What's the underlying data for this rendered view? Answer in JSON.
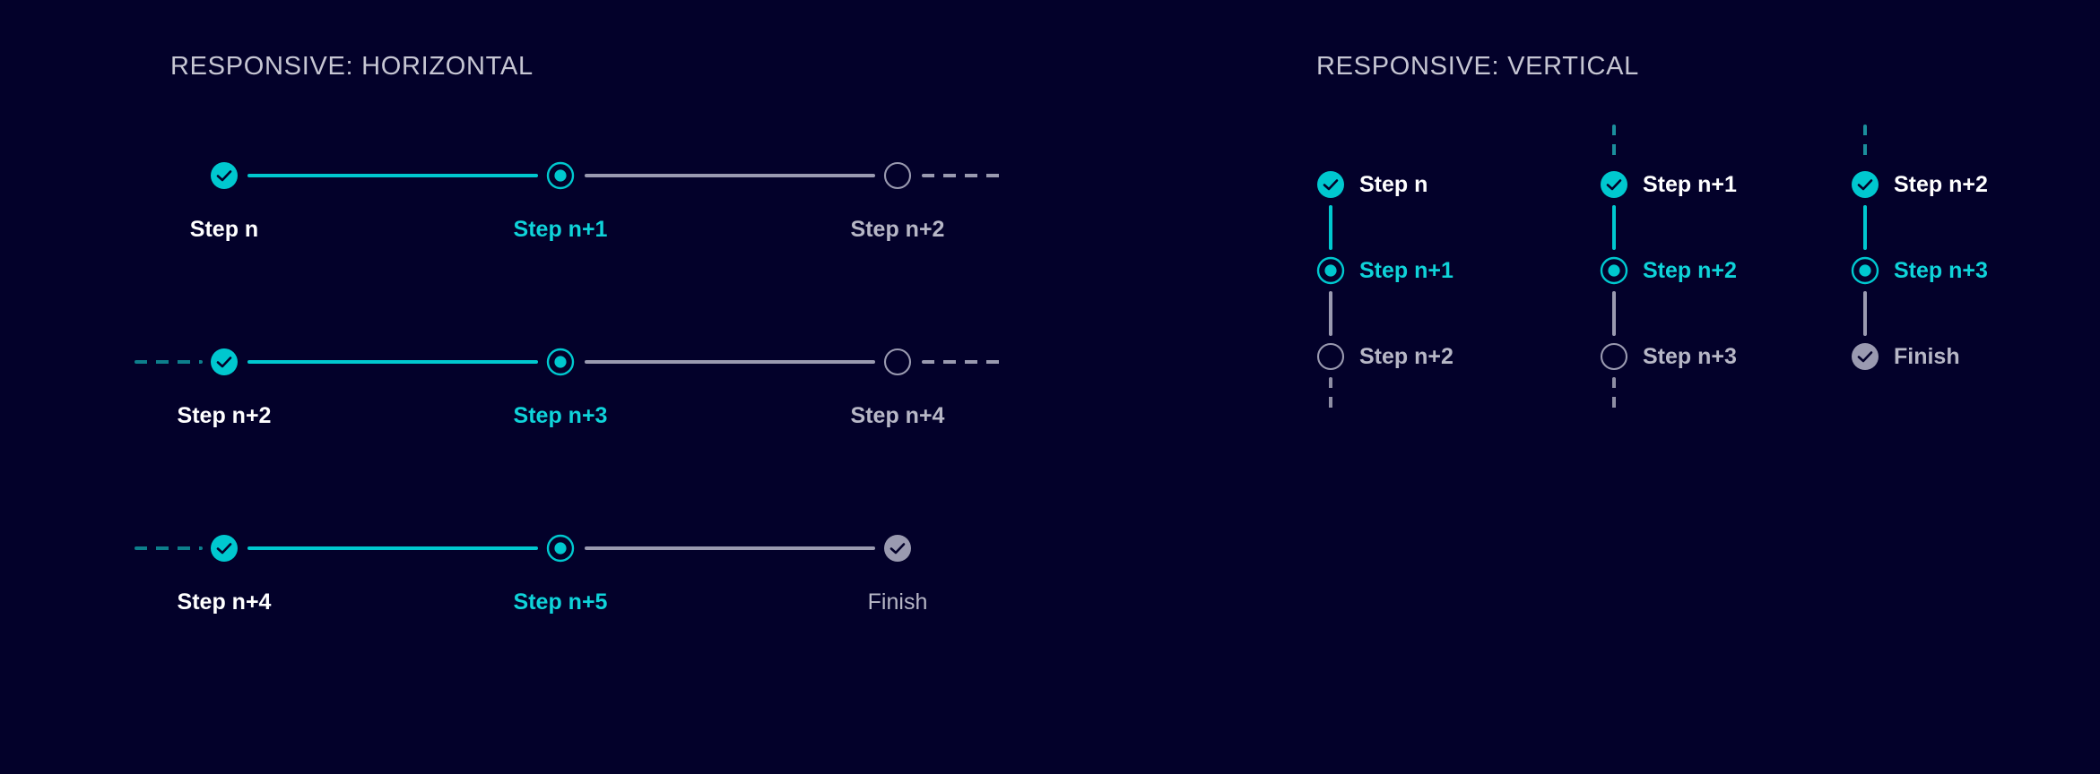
{
  "background_color": "#03012a",
  "palette": {
    "accent_cyan": "#00c8cf",
    "active_cyan": "#0fd3d9",
    "muted_gray": "#9a9ab0",
    "pending_text": "#b7b7c6",
    "done_text": "#ffffff",
    "heading_text": "#c6c6d3",
    "dashed_cyan": "#0d7f8c"
  },
  "sections": {
    "horizontal": {
      "title": "RESPONSIVE: HORIZONTAL",
      "rows": [
        {
          "lead_connector": "none",
          "trail_connector": "dashed-gray",
          "steps": [
            {
              "label": "Step n",
              "state": "completed",
              "icon": "check-circle-filled-icon"
            },
            {
              "label": "Step n+1",
              "state": "active",
              "icon": "radio-active-icon"
            },
            {
              "label": "Step n+2",
              "state": "pending",
              "icon": "circle-outline-icon"
            }
          ],
          "connectors": [
            "solid-cyan",
            "solid-gray"
          ]
        },
        {
          "lead_connector": "dashed-cyan",
          "trail_connector": "dashed-gray",
          "steps": [
            {
              "label": "Step n+2",
              "state": "completed",
              "icon": "check-circle-filled-icon"
            },
            {
              "label": "Step n+3",
              "state": "active",
              "icon": "radio-active-icon"
            },
            {
              "label": "Step n+4",
              "state": "pending",
              "icon": "circle-outline-icon"
            }
          ],
          "connectors": [
            "solid-cyan",
            "solid-gray"
          ]
        },
        {
          "lead_connector": "dashed-cyan",
          "trail_connector": "none",
          "steps": [
            {
              "label": "Step n+4",
              "state": "completed",
              "icon": "check-circle-filled-icon"
            },
            {
              "label": "Step n+5",
              "state": "active",
              "icon": "radio-active-icon"
            },
            {
              "label": "Finish",
              "state": "finish",
              "icon": "check-circle-gray-icon"
            }
          ],
          "connectors": [
            "solid-cyan",
            "solid-gray"
          ]
        }
      ]
    },
    "vertical": {
      "title": "RESPONSIVE: VERTICAL",
      "columns": [
        {
          "lead_connector": "none",
          "trail_connector": "dashed-gray",
          "steps": [
            {
              "label": "Step n",
              "state": "completed",
              "icon": "check-circle-filled-icon"
            },
            {
              "label": "Step n+1",
              "state": "active",
              "icon": "radio-active-icon"
            },
            {
              "label": "Step n+2",
              "state": "pending",
              "icon": "circle-outline-icon"
            }
          ],
          "connectors": [
            "solid-cyan",
            "solid-gray"
          ]
        },
        {
          "lead_connector": "dashed-cyan",
          "trail_connector": "dashed-gray",
          "steps": [
            {
              "label": "Step n+1",
              "state": "completed",
              "icon": "check-circle-filled-icon"
            },
            {
              "label": "Step n+2",
              "state": "active",
              "icon": "radio-active-icon"
            },
            {
              "label": "Step n+3",
              "state": "pending",
              "icon": "circle-outline-icon"
            }
          ],
          "connectors": [
            "solid-cyan",
            "solid-gray"
          ]
        },
        {
          "lead_connector": "dashed-cyan",
          "trail_connector": "none",
          "steps": [
            {
              "label": "Step n+2",
              "state": "completed",
              "icon": "check-circle-filled-icon"
            },
            {
              "label": "Step n+3",
              "state": "active",
              "icon": "radio-active-icon"
            },
            {
              "label": "Finish",
              "state": "finish",
              "icon": "check-circle-gray-icon"
            }
          ],
          "connectors": [
            "solid-cyan",
            "solid-gray"
          ]
        }
      ]
    }
  }
}
